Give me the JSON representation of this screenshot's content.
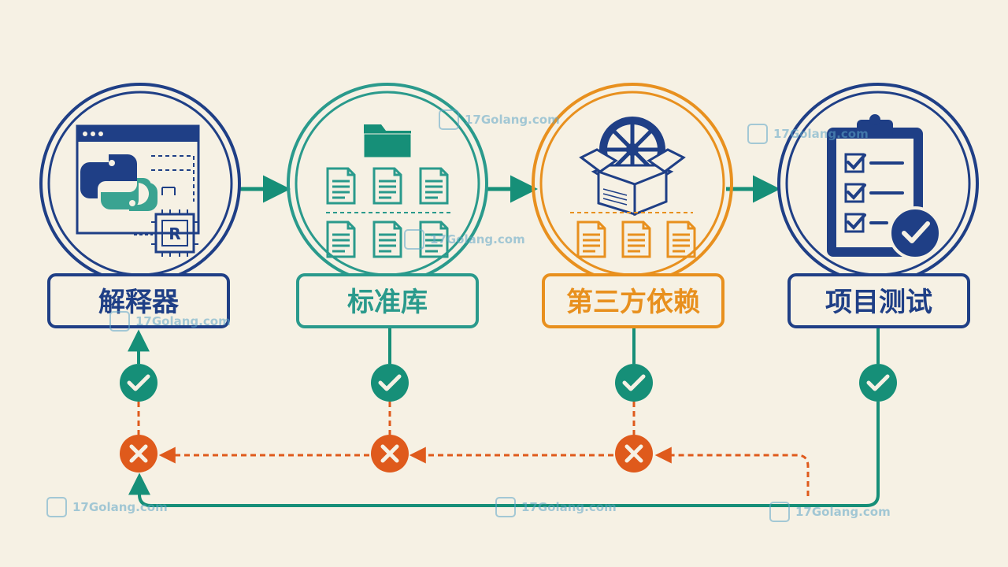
{
  "stages": [
    {
      "label": "解释器",
      "color": "#1f3f86"
    },
    {
      "label": "标准库",
      "color": "#2a9a8c"
    },
    {
      "label": "第三方依赖",
      "color": "#e8901e"
    },
    {
      "label": "项目测试",
      "color": "#1f3f86"
    }
  ],
  "colors": {
    "navy": "#1f3f86",
    "teal": "#2a9a8c",
    "orange": "#e8901e",
    "success": "#168f78",
    "error": "#df5a1c",
    "background": "#f6f1e4"
  },
  "icons": {
    "interpreter": "python-chip-window-icon",
    "stdlib": "folder-files-icon",
    "third_party": "package-wheel-icon",
    "tests": "checklist-clipboard-icon",
    "pass": "check-circle-icon",
    "fail": "x-circle-icon"
  },
  "chip_letter": "R",
  "watermark": "17Golang.com"
}
